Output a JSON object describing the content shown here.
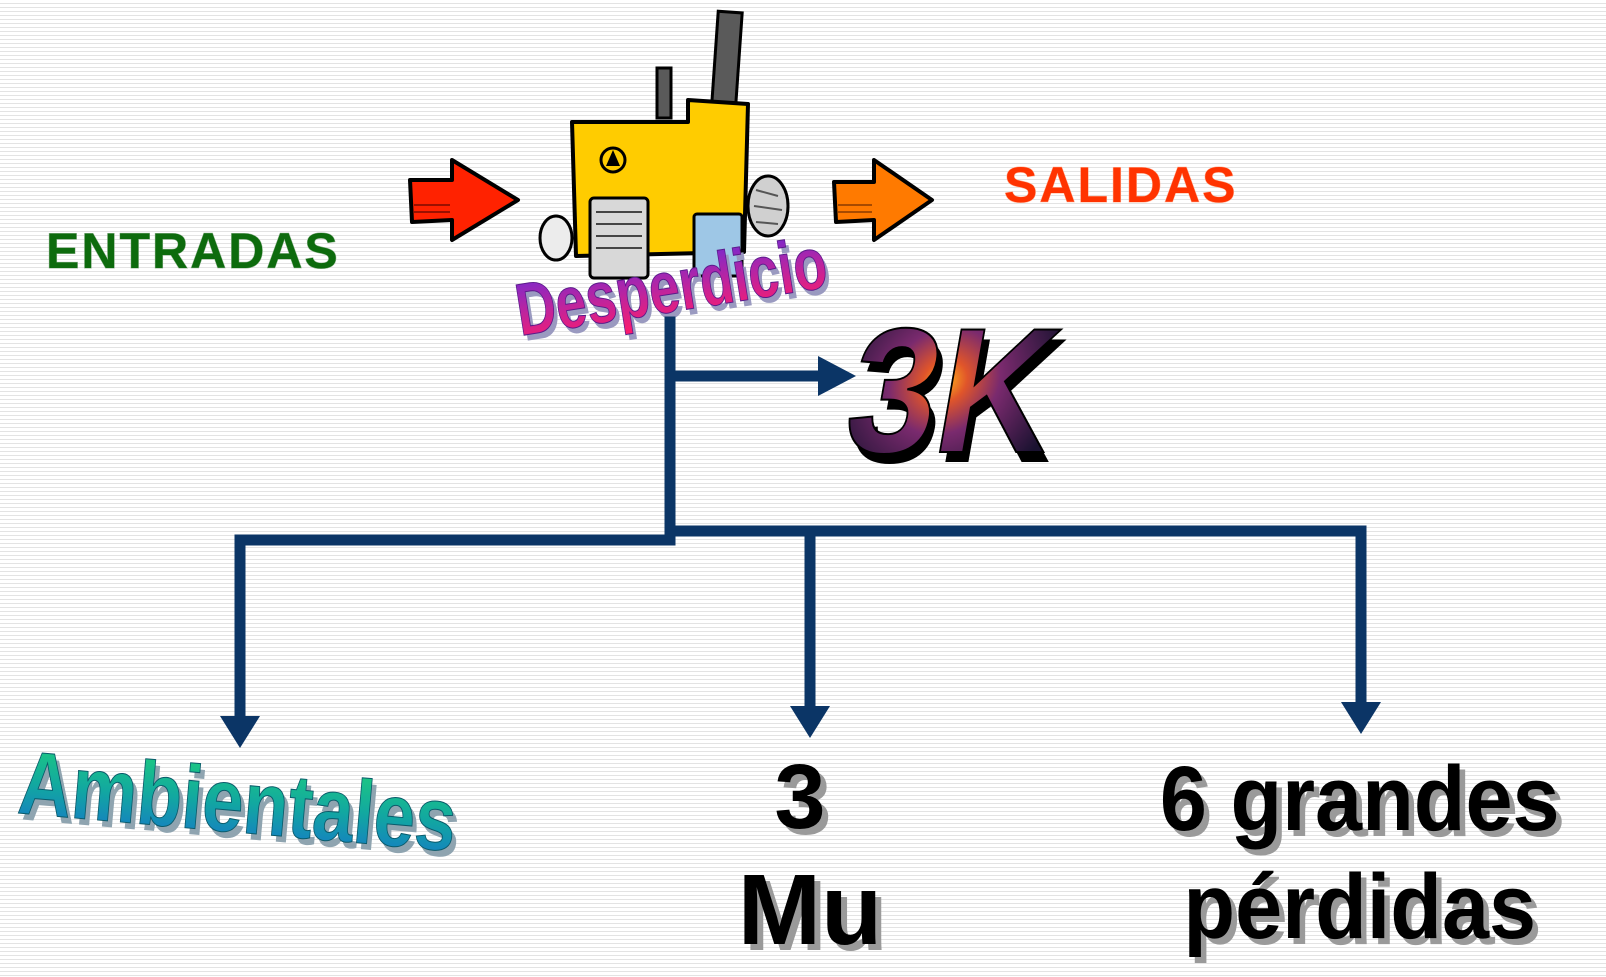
{
  "labels": {
    "inputs": "ENTRADAS",
    "outputs": "SALIDAS",
    "center": "Desperdicio",
    "three_k": "3K",
    "environmental": "Ambientales",
    "three_mu_line1": "3",
    "three_mu_line2": "Mu",
    "six_losses_line1": "6 grandes",
    "six_losses_line2": "pérdidas"
  },
  "colors": {
    "inputs_text": "#0d6b0d",
    "outputs_text": "#ff3300",
    "input_arrow": "#ff2200",
    "output_arrow": "#ff7a00",
    "connector": "#0b3566",
    "factory_body": "#ffcc00",
    "desperdicio_top": "#6a2bd8",
    "desperdicio_bottom": "#ff1b6a",
    "three_k_glow": "#ff9a1a",
    "three_k_dark": "#1a1230",
    "ambientales_top": "#17b57e",
    "ambientales_bottom": "#1673cc",
    "big_text": "#000000"
  },
  "icons": {
    "input_arrow": "right-arrow-icon",
    "output_arrow": "right-arrow-icon",
    "factory": "recycling-factory-icon"
  }
}
